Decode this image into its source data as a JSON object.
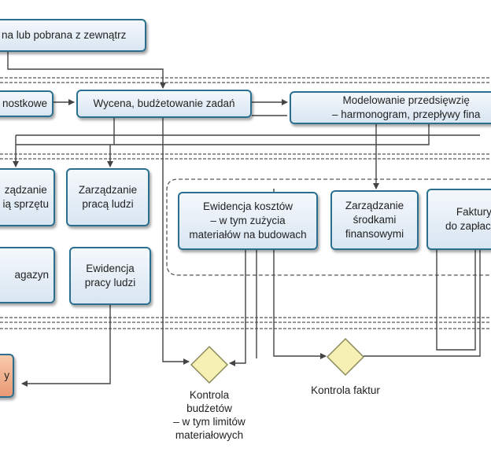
{
  "nodes": {
    "source_top": "na lub pobrana z zewnątrz",
    "cost_center": "nostkowe",
    "valuation": "Wycena, budżetowanie zadań",
    "modeling": "Modelowanie przedsięwzię\n– harmonogram, przepływy fina",
    "equipment": "ządzanie\nią sprzętu",
    "labor_mgmt": "Zarządzanie\npracą ludzi",
    "warehouse": "agazyn",
    "labor_record": "Ewidencja\npracy ludzi",
    "cost_record": "Ewidencja kosztów\n– w tym zużycia\nmateriałów na budowach",
    "finance": "Zarządzanie\nśrodkami\nfinansowymi",
    "invoices": "Faktury\ndo zapłacen",
    "orange_box": "y"
  },
  "labels": {
    "budget_control": "Kontrola\nbudżetów\n– w tym limitów\nmateriałowych",
    "invoice_control": "Kontrola faktur"
  },
  "colors": {
    "border": "#2b6f8f",
    "line": "#444444",
    "dash": "#555555",
    "diamond_fill": "#f6f0b4",
    "diamond_stroke": "#8a8a5c",
    "orange": "#e99a74"
  }
}
